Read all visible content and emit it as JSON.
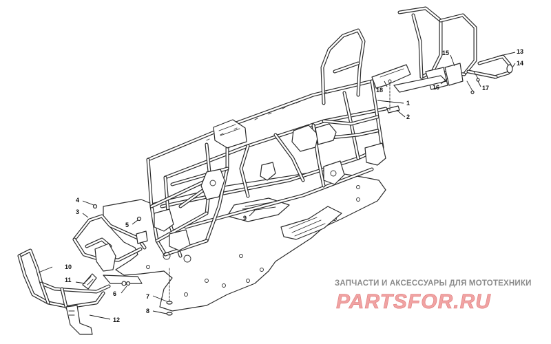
{
  "callouts": [
    "1",
    "2",
    "3",
    "4",
    "5",
    "6",
    "7",
    "8",
    "9",
    "10",
    "11",
    "12",
    "13",
    "14",
    "15",
    "16",
    "17",
    "18"
  ],
  "watermark": {
    "subtitle": "ЗАПЧАСТИ И АКСЕССУАРЫ ДЛЯ МОТОТЕХНИКИ",
    "logo": "PARTSFOR.RU"
  }
}
